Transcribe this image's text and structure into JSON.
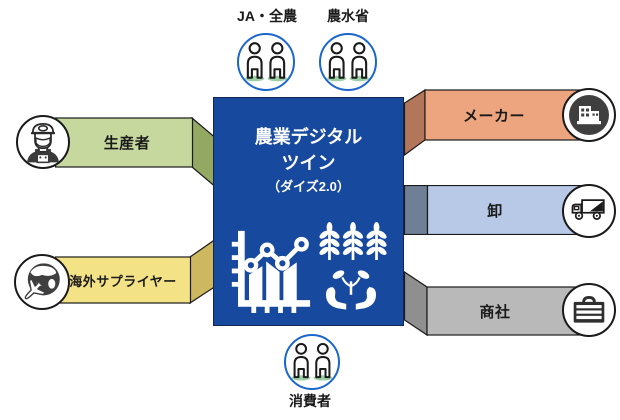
{
  "diagram": {
    "center": {
      "title_line1": "農業デジタル",
      "title_line2": "ツイン",
      "subtitle": "（ダイズ2.0）"
    },
    "top_nodes": [
      {
        "label": "JA・全農",
        "icon": "people-icon"
      },
      {
        "label": "農水省",
        "icon": "people-icon"
      }
    ],
    "bottom_node": {
      "label": "消費者",
      "icon": "people-icon"
    },
    "left_arrows": [
      {
        "label": "生産者",
        "icon": "farmer-icon",
        "color": "#c6d89e",
        "fold_color": "#93a963"
      },
      {
        "label": "海外サプライヤー",
        "icon": "globe-plane-icon",
        "color": "#f4e287",
        "fold_color": "#cdb85f"
      }
    ],
    "right_arrows": [
      {
        "label": "メーカー",
        "icon": "factory-icon",
        "color": "#eda57f",
        "fold_color": "#b4765a"
      },
      {
        "label": "卸",
        "icon": "truck-icon",
        "color": "#b7c9e6",
        "fold_color": "#6f8096"
      },
      {
        "label": "商社",
        "icon": "briefcase-icon",
        "color": "#b9b9b9",
        "fold_color": "#8f8f8f"
      }
    ],
    "center_icons": [
      "chart-icon",
      "wheat-icon",
      "sprout-hands-icon"
    ],
    "colors": {
      "center_box": "#17499e",
      "node_circle_border": "#1b66cc",
      "person_shadow": "#9ccfa5",
      "icon_dark_fill": "#3f3f3f",
      "outline": "#1a1a1a",
      "background": "#ffffff"
    }
  }
}
